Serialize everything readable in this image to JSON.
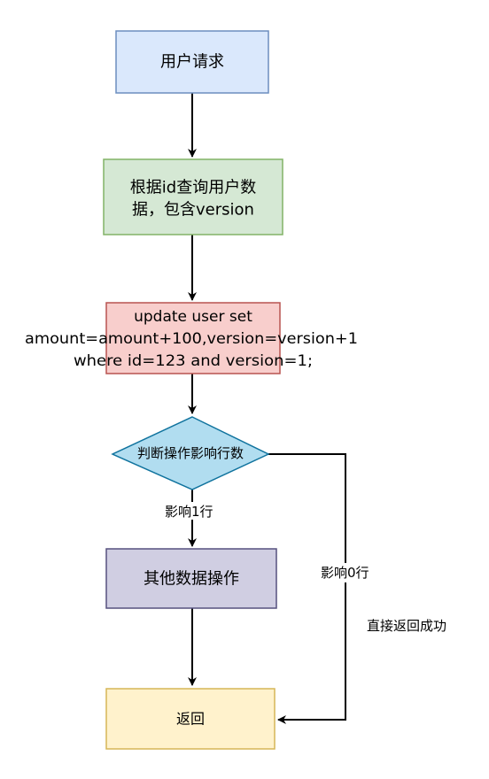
{
  "nodes": {
    "user_request": {
      "label": "用户请求",
      "fill": "#dae8fc",
      "stroke": "#6c8ebf"
    },
    "query_user": {
      "lines": [
        "根据id查询用户数",
        "据，包含version"
      ],
      "fill": "#d5e8d4",
      "stroke": "#82b366"
    },
    "update_sql": {
      "lines": [
        "update user set",
        "amount=amount+100,version=version+1",
        "where id=123 and version=1;"
      ],
      "fill": "#f8cecc",
      "stroke": "#b85450"
    },
    "check_rows": {
      "label": "判断操作影响行数",
      "fill": "#b1ddf0",
      "stroke": "#10739e"
    },
    "other_ops": {
      "label": "其他数据操作",
      "fill": "#d0cee2",
      "stroke": "#56517e"
    },
    "return": {
      "label": "返回",
      "fill": "#fff2cc",
      "stroke": "#d6b656"
    }
  },
  "edges": {
    "one_row_label": "影响1行",
    "zero_row_label": "影响0行",
    "return_success_label": "直接返回成功"
  }
}
